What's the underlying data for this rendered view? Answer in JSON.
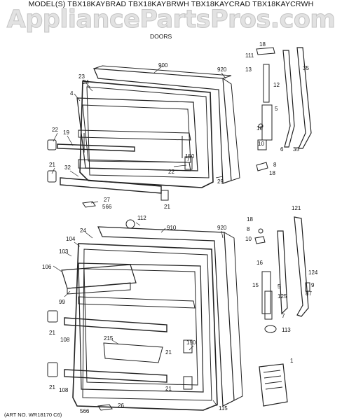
{
  "header": {
    "models": "MODEL(S) TBX18KAYBRAD  TBX18KAYBRWH  TBX18KAYCRAD  TBX18KAYCRWH",
    "watermark": "AppliancePartsPros.com",
    "section": "DOORS"
  },
  "footer": {
    "art_no": "(ART NO. WR18170 C6)"
  },
  "callouts": {
    "upper": [
      "900",
      "920",
      "18",
      "111",
      "13",
      "12",
      "35",
      "23",
      "24",
      "4",
      "22",
      "19",
      "21",
      "32",
      "150",
      "22",
      "29",
      "27",
      "566",
      "21",
      "5",
      "16",
      "10",
      "6",
      "35",
      "8",
      "18"
    ],
    "lower": [
      "112",
      "910",
      "920",
      "24",
      "104",
      "103",
      "106",
      "99",
      "21",
      "108",
      "215",
      "150",
      "21",
      "21",
      "108",
      "26",
      "566",
      "115",
      "21",
      "18",
      "8",
      "10",
      "121",
      "16",
      "15",
      "5",
      "125",
      "7",
      "124",
      "9",
      "87",
      "113",
      "1"
    ]
  }
}
